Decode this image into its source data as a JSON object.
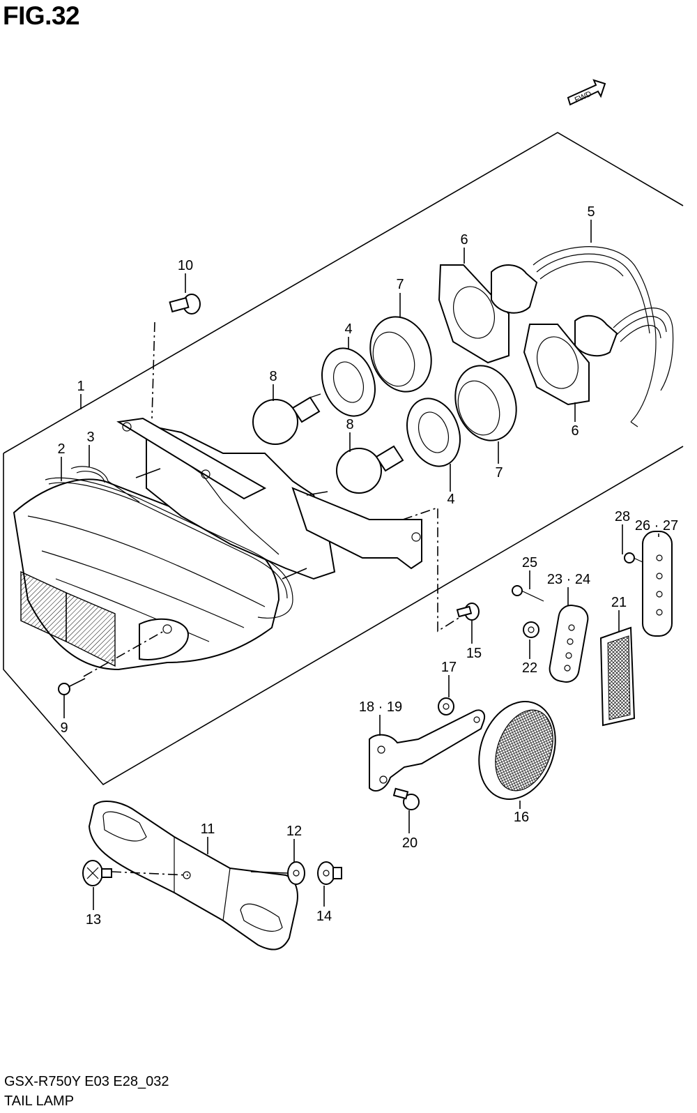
{
  "figure": {
    "title": "FIG.32",
    "fwd_label": "FWD"
  },
  "footer": {
    "code": "GSX-R750Y E03 E28_032",
    "name": "TAIL LAMP"
  },
  "callouts": {
    "c1": "1",
    "c2": "2",
    "c3": "3",
    "c4a": "4",
    "c4b": "4",
    "c5": "5",
    "c6a": "6",
    "c6b": "6",
    "c7a": "7",
    "c7b": "7",
    "c8a": "8",
    "c8b": "8",
    "c9": "9",
    "c10": "10",
    "c11": "11",
    "c12": "12",
    "c13": "13",
    "c14": "14",
    "c15": "15",
    "c16": "16",
    "c17": "17",
    "c18_19": "18 · 19",
    "c20": "20",
    "c21": "21",
    "c22": "22",
    "c23_24": "23 · 24",
    "c25": "25",
    "c26_27": "26 · 27",
    "c28": "28"
  }
}
